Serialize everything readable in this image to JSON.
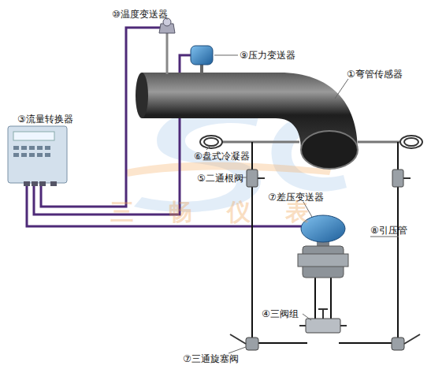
{
  "diagram": {
    "labels": [
      "⑩温度变送器",
      "⑨压力变送器",
      "①弯管传感器",
      "③流量转换器",
      "⑥盘式冷凝器",
      "⑤二通根阀",
      "⑦差压变送器",
      "三畅仪表",
      "⑧引压管",
      "④三阀组",
      "⑦三通旋塞阀"
    ]
  }
}
